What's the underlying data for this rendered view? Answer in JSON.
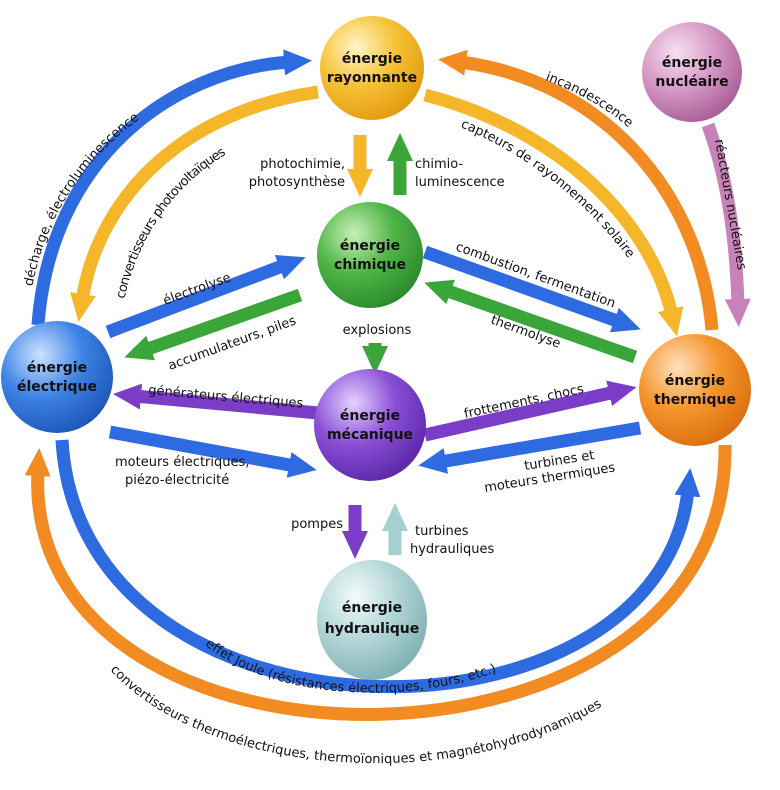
{
  "colors": {
    "rayonnante": "#f5b21c",
    "nucleaire": "#c77fb4",
    "chimique": "#3fa53a",
    "electrique": "#2f6fd6",
    "mecanique": "#7a3fc4",
    "thermique": "#f28a1e",
    "hydraulique": "#9fc7c9",
    "blue_arrow": "#2e6be0",
    "yellow_arrow": "#f5b62a",
    "orange_arrow": "#f28b22",
    "green_arrow": "#3aa63a",
    "purple_arrow": "#7b3dc8",
    "pink_arrow": "#c882b8",
    "teal_arrow": "#a8cfd0"
  },
  "nodes": {
    "rayonnante": [
      "énergie",
      "rayonnante"
    ],
    "nucleaire": [
      "énergie",
      "nucléaire"
    ],
    "chimique": [
      "énergie",
      "chimique"
    ],
    "electrique": [
      "énergie",
      "électrique"
    ],
    "mecanique": [
      "énergie",
      "mécanique"
    ],
    "thermique": [
      "énergie",
      "thermique"
    ],
    "hydraulique": [
      "énergie",
      "hydraulique"
    ]
  },
  "labels": {
    "decharge": "décharge, électroluminescence",
    "photovoltaiques": "convertisseurs photovoltaïques",
    "incandescence": "incandescence",
    "capteurs": "capteurs de rayonnement solaire",
    "reacteurs": "réacteurs nucléaires",
    "photochimie": [
      "photochimie,",
      "photosynthèse"
    ],
    "chimio": [
      "chimio-",
      "luminescence"
    ],
    "electrolyse": "électrolyse",
    "accumulateurs": "accumulateurs, piles",
    "combustion": "combustion, fermentation",
    "thermolyse": "thermolyse",
    "explosions": "explosions",
    "generateurs": "générateurs électriques",
    "moteurs": [
      "moteurs électriques,",
      "piézo-électricité"
    ],
    "frottements": "frottements, chocs",
    "turbines_thermiques": [
      "turbines et",
      "moteurs thermiques"
    ],
    "pompes": "pompes",
    "turbines_hydrauliques": [
      "turbines",
      "hydrauliques"
    ],
    "effet_joule": "effet Joule (résistances électriques, fours, etc.)",
    "thermoelectriques": "convertisseurs thermoélectriques, thermoïoniques et magnétohydrodynamiques"
  }
}
